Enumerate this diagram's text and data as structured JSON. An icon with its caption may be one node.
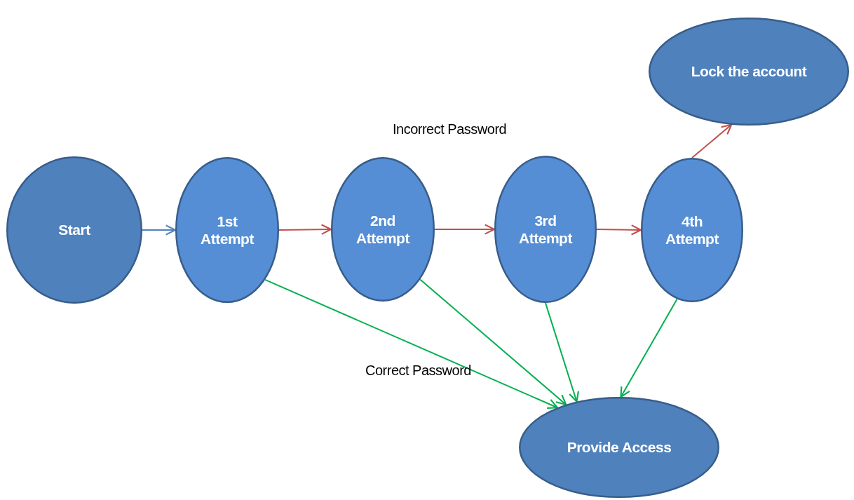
{
  "diagram": {
    "nodes": [
      {
        "text": [
          "Start"
        ]
      },
      {
        "text": [
          "1st Attempt"
        ]
      },
      {
        "text": [
          "2nd Attempt"
        ]
      },
      {
        "text": [
          "3rd Attempt"
        ]
      },
      {
        "text": [
          "4th Attempt"
        ]
      },
      {
        "text": [
          "Lock the account"
        ]
      },
      {
        "text": [
          "Provide Access"
        ]
      }
    ],
    "edges": [
      {
        "from": 0,
        "to": 1,
        "arrow": "to",
        "color": "#4f81bd"
      },
      {
        "from": 1,
        "to": 2,
        "arrow": "to"
      },
      {
        "from": 2,
        "to": 3,
        "arrow": "to"
      },
      {
        "from": 3,
        "to": 4,
        "arrow": "to"
      },
      {
        "from": 4,
        "to": 5,
        "arrow": "to"
      },
      {
        "from": 1,
        "to": 6,
        "arrow": "to",
        "color": "#00b050"
      },
      {
        "from": 2,
        "to": 6,
        "arrow": "to",
        "color": "#00b050"
      },
      {
        "from": 3,
        "to": 6,
        "arrow": "to",
        "color": "#00b050"
      },
      {
        "from": 4,
        "to": 6,
        "arrow": "to",
        "color": "#00b050"
      }
    ],
    "labels": [
      "Incorrect Password",
      "Correct Password"
    ]
  }
}
